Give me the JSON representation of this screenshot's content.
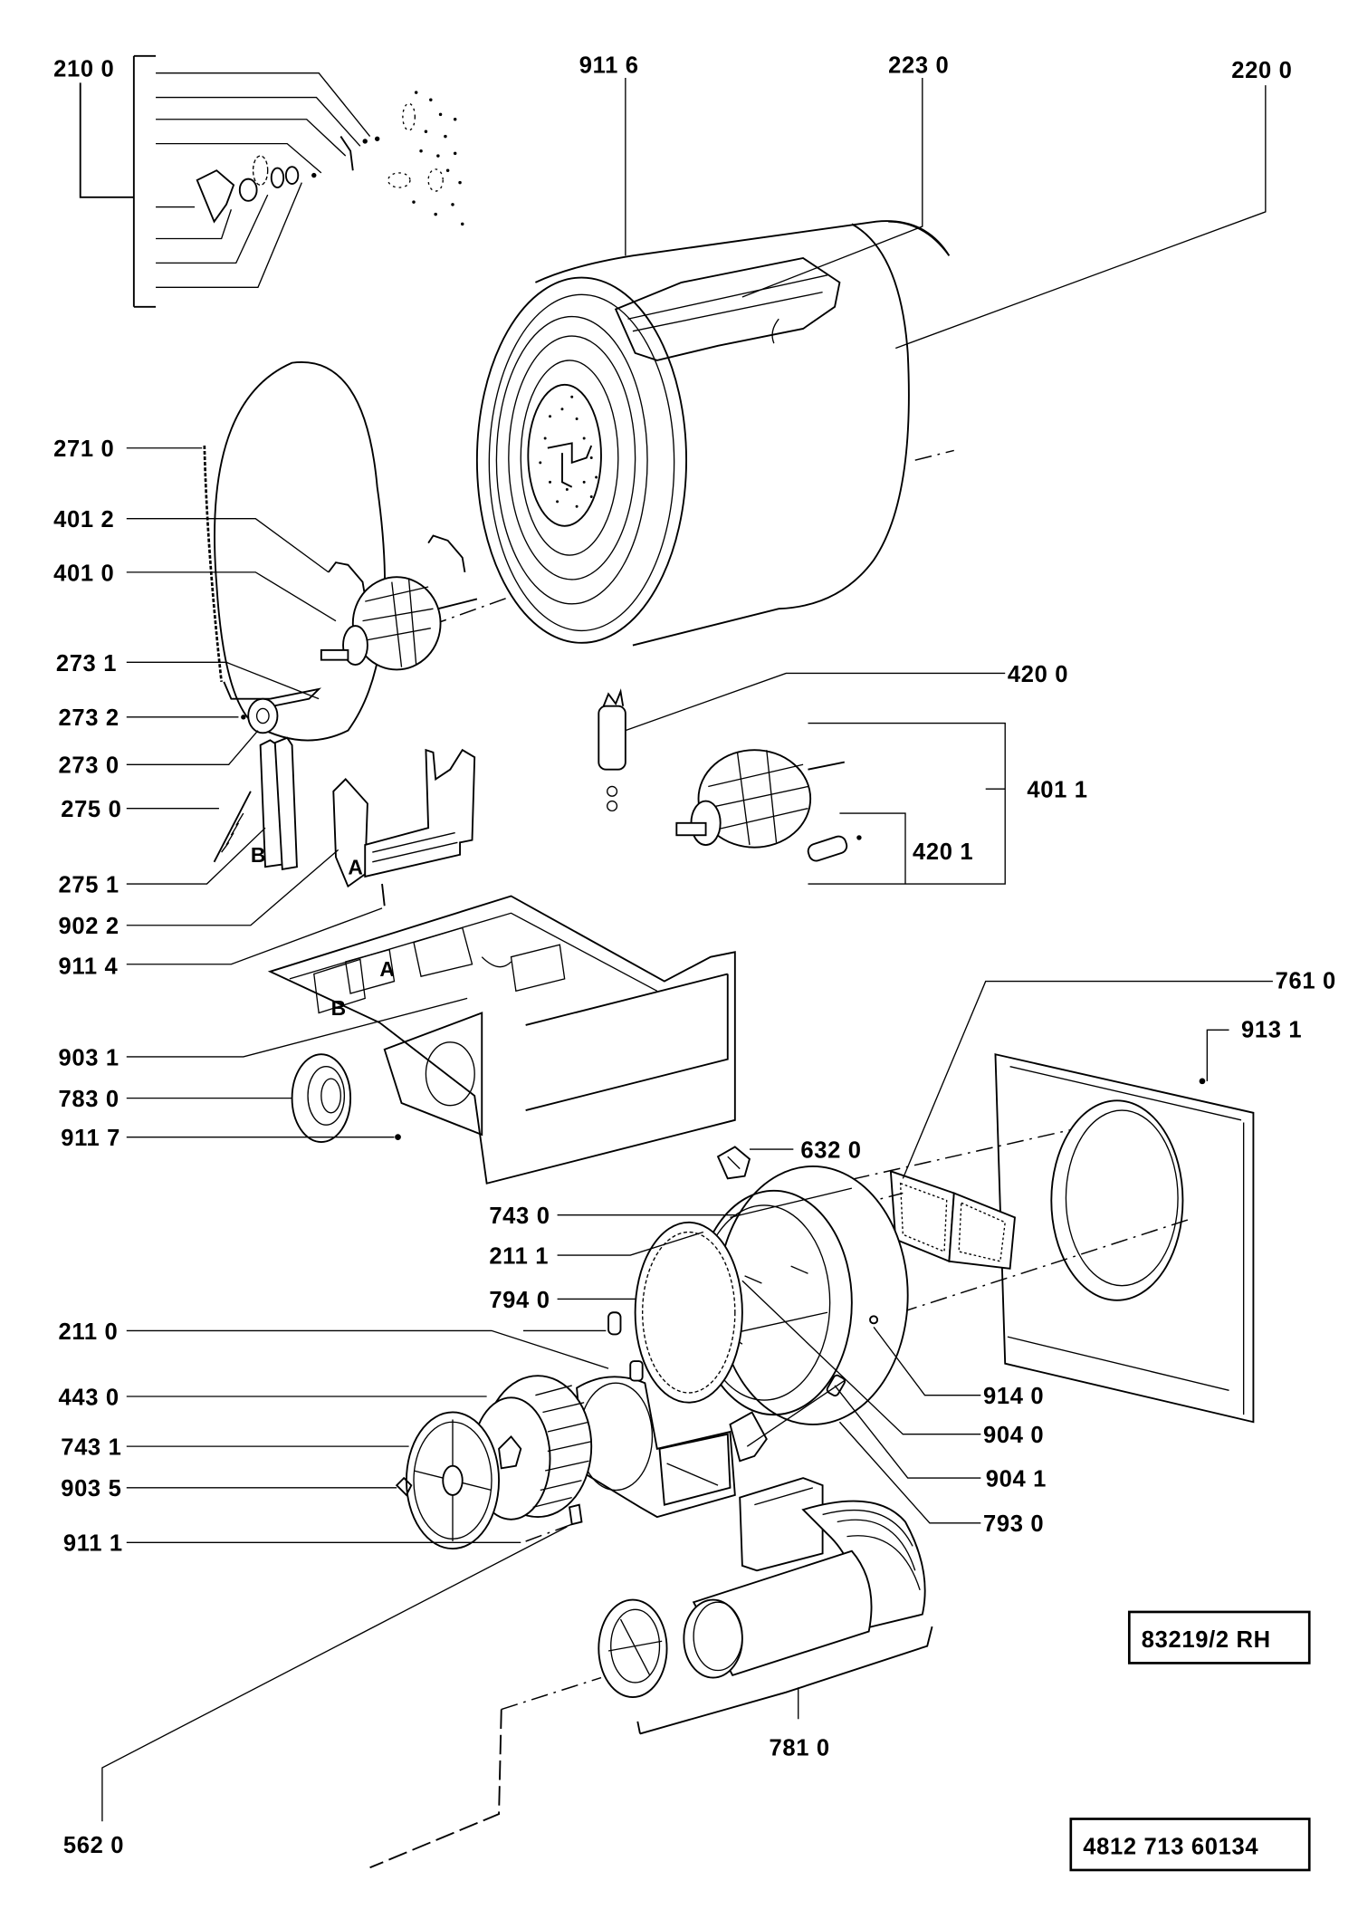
{
  "diagram": {
    "type": "exploded-parts-view",
    "subject": "tumble dryer drum, motor and blower assembly",
    "drawing_reference": "83219/2 RH",
    "part_number_code": "4812 713 60134",
    "callouts": [
      {
        "id": "c2100",
        "label": "210 0"
      },
      {
        "id": "c9116",
        "label": "911 6"
      },
      {
        "id": "c2230",
        "label": "223 0"
      },
      {
        "id": "c2200",
        "label": "220 0"
      },
      {
        "id": "c2710",
        "label": "271 0"
      },
      {
        "id": "c4012",
        "label": "401 2"
      },
      {
        "id": "c4010",
        "label": "401 0"
      },
      {
        "id": "c2731",
        "label": "273 1"
      },
      {
        "id": "c2732",
        "label": "273 2"
      },
      {
        "id": "c2730",
        "label": "273 0"
      },
      {
        "id": "c2750",
        "label": "275 0"
      },
      {
        "id": "c2751",
        "label": "275 1"
      },
      {
        "id": "c9022",
        "label": "902 2"
      },
      {
        "id": "c9114",
        "label": "911 4"
      },
      {
        "id": "c9031",
        "label": "903 1"
      },
      {
        "id": "c7830",
        "label": "783 0"
      },
      {
        "id": "c9117",
        "label": "911 7"
      },
      {
        "id": "c4200",
        "label": "420 0"
      },
      {
        "id": "c4011",
        "label": "401 1"
      },
      {
        "id": "c4201",
        "label": "420 1"
      },
      {
        "id": "c7610",
        "label": "761 0"
      },
      {
        "id": "c9131",
        "label": "913 1"
      },
      {
        "id": "c6320",
        "label": "632 0"
      },
      {
        "id": "c7430",
        "label": "743 0"
      },
      {
        "id": "c2111",
        "label": "211 1"
      },
      {
        "id": "c7940",
        "label": "794 0"
      },
      {
        "id": "c2110",
        "label": "211 0"
      },
      {
        "id": "c4430",
        "label": "443 0"
      },
      {
        "id": "c7431",
        "label": "743 1"
      },
      {
        "id": "c9035",
        "label": "903 5"
      },
      {
        "id": "c9111",
        "label": "911 1"
      },
      {
        "id": "c9140",
        "label": "914 0"
      },
      {
        "id": "c9040",
        "label": "904 0"
      },
      {
        "id": "c9041",
        "label": "904 1"
      },
      {
        "id": "c7930",
        "label": "793 0"
      },
      {
        "id": "c7810",
        "label": "781 0"
      },
      {
        "id": "c5620",
        "label": "562 0"
      }
    ],
    "assembly_markers": {
      "a_bracket": "A",
      "b_bracket": "B",
      "a_base": "A",
      "b_base": "B"
    }
  }
}
